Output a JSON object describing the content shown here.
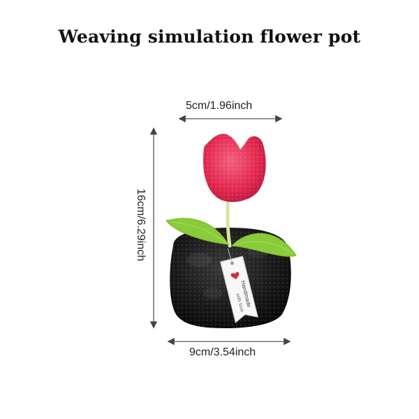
{
  "title": "Weaving simulation flower pot",
  "dimensions": {
    "width_top": "5cm/1.96inch",
    "height_side": "16cm/6.29inch",
    "width_bottom": "9cm/3.54inch"
  },
  "tag": {
    "line1": "Handmade",
    "line2": "with love"
  },
  "colors": {
    "flower": "#e8325a",
    "stem": "#d9e8a8",
    "leaf": "#8ccf3c",
    "pot": "#111111",
    "arrow": "#444444"
  },
  "icons": [
    "heart-icon"
  ]
}
